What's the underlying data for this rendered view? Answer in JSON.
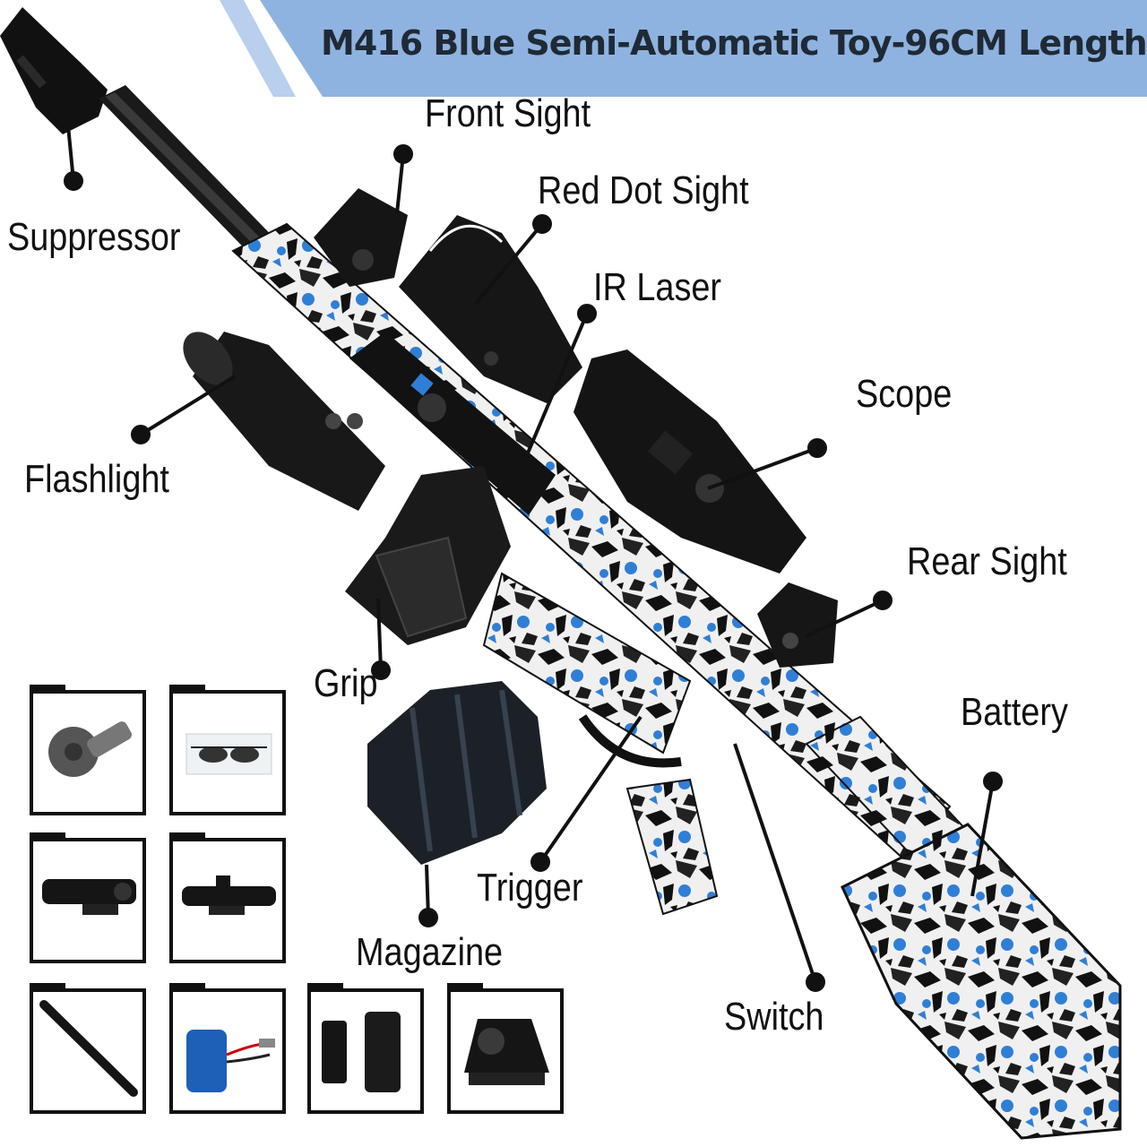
{
  "banner": {
    "title": "M416 Blue Semi-Automatic Toy-96CM Length",
    "color": "#8fb3e0"
  },
  "labels": {
    "front_sight": "Front Sight",
    "red_dot_sight": "Red Dot Sight",
    "suppressor": "Suppressor",
    "ir_laser": "IR Laser",
    "scope": "Scope",
    "flashlight": "Flashlight",
    "rear_sight": "Rear Sight",
    "grip": "Grip",
    "battery": "Battery",
    "trigger": "Trigger",
    "magazine": "Magazine",
    "switch": "Switch"
  },
  "colors": {
    "gun_blue": "#2f7fd6",
    "gun_black": "#111111",
    "gun_white": "#f2f2f2"
  },
  "thumbnails": [
    {
      "icon": "charging-handle-icon"
    },
    {
      "icon": "goggles-icon"
    },
    {
      "icon": "flashlight-icon"
    },
    {
      "icon": "scope-icon"
    },
    {
      "icon": "suppressor-icon"
    },
    {
      "icon": "battery-cable-icon"
    },
    {
      "icon": "grip-parts-icon"
    },
    {
      "icon": "red-dot-sight-icon"
    }
  ]
}
